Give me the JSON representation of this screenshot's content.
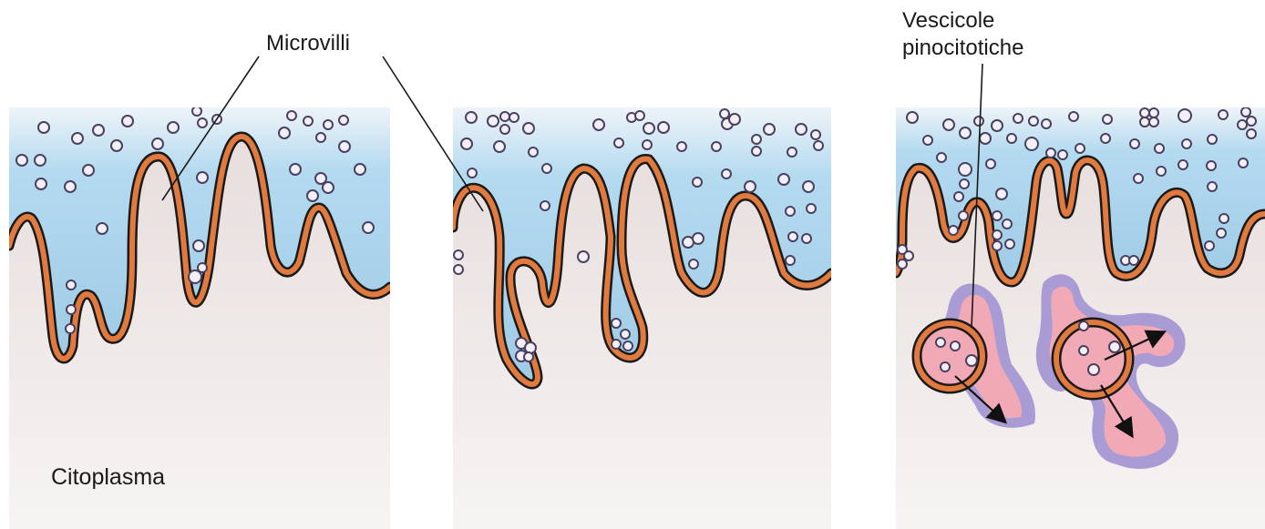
{
  "labels": {
    "microvilli": "Microvilli",
    "vescicole_line1": "Vescicole",
    "vescicole_line2": "pinocitotiche",
    "citoplasma": "Citoplasma"
  },
  "colors": {
    "membrane_fill": "#e07a3f",
    "membrane_outline": "#1a1a1a",
    "extracellular_top": "#a9d3ec",
    "extracellular_bottom": "#e4eef5",
    "cytoplasm_top": "#e8e0de",
    "cytoplasm_bottom": "#f4f2f1",
    "particle_fill": "#f2f0f6",
    "particle_stroke": "#4a4060",
    "vesicle_content": "#f2a9b6",
    "vesicle_halo": "#a695cf"
  }
}
